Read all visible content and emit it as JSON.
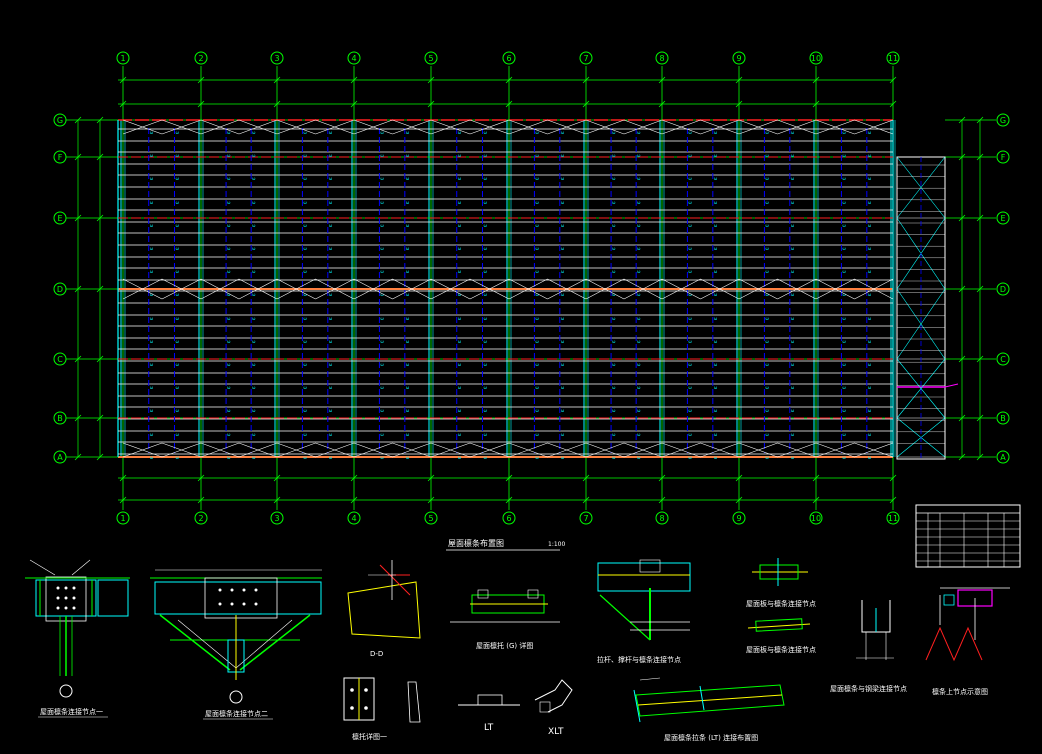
{
  "colors": {
    "background": "#000000",
    "axis": "#00ff00",
    "beam": "#ff2020",
    "steel": "#ff8040",
    "purlin": "#ffffff",
    "brace": "#00ffff",
    "tie": "#0000ff",
    "detail": "#ffff00",
    "magenta": "#ff00ff"
  },
  "plan": {
    "column_labels": [
      "1",
      "2",
      "3",
      "4",
      "5",
      "6",
      "7",
      "8",
      "9",
      "10",
      "11"
    ],
    "row_labels": [
      "G",
      "F",
      "E",
      "D",
      "C",
      "B",
      "A"
    ],
    "title": "屋面檩条布置图",
    "scale": "1:100"
  },
  "details": {
    "d1": "屋面檩条连接节点一",
    "d2": "屋面檩条连接节点二",
    "section": "D-D",
    "brace": "檩托详图一",
    "gutter": "屋面檩托 (G) 详图",
    "purlin_joint": "拉杆、撑杆与檩条连接节点",
    "eave1": "屋面板与檩条连接节点",
    "eave2": "屋面板与檩条连接节点",
    "lt": "LT",
    "xlt": "XLT",
    "tie_layout": "屋面檩条拉条 (LT) 连接布置图",
    "gutter_section": "屋面檩条与钢梁连接节点",
    "rafter": "檩条上节点示意图"
  }
}
